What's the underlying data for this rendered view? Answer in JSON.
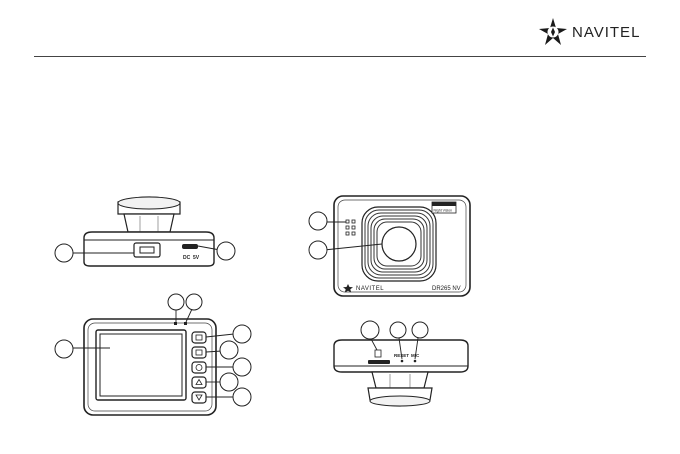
{
  "brand": {
    "name": "NAVITEL"
  },
  "device": {
    "front_label": "NAVITEL",
    "model_label": "DR265 NV",
    "sticker_label": "Night Vision",
    "port_label": "5V",
    "reset_label": "RESET",
    "mic_label": "MIC"
  }
}
